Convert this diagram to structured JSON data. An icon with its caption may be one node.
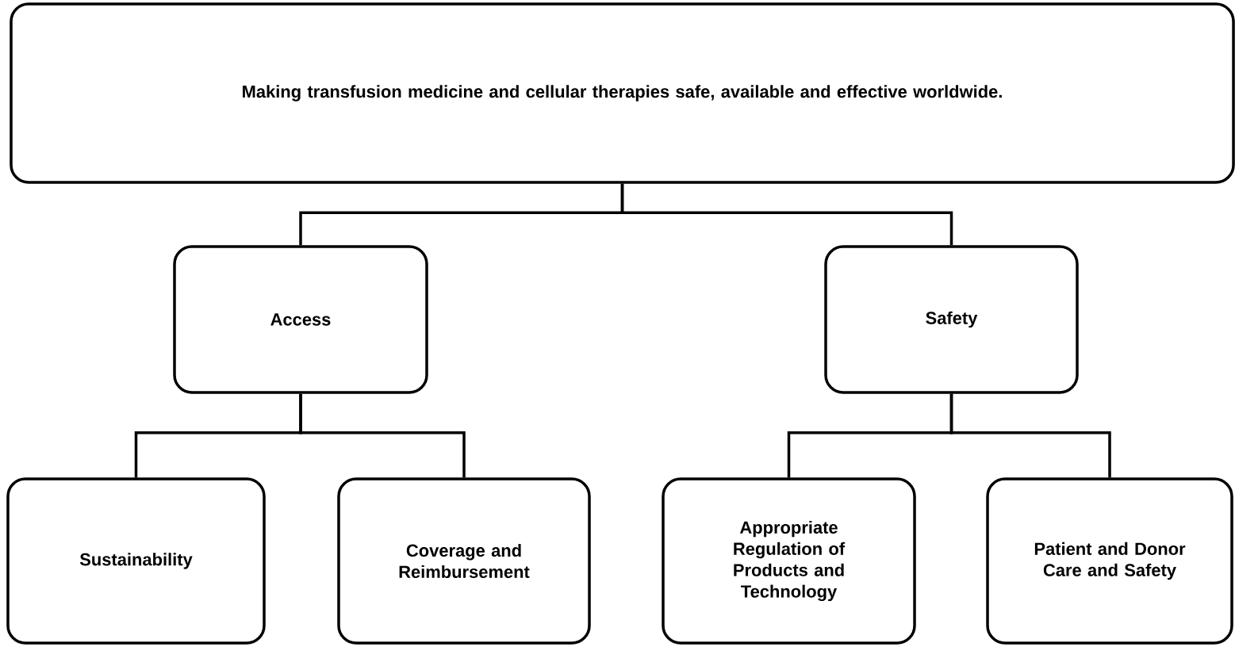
{
  "diagram": {
    "nodes": [
      {
        "text": [
          "Making transfusion medicine and cellular therapies safe, available and effective worldwide."
        ]
      },
      {
        "text": [
          "Access"
        ]
      },
      {
        "text": [
          "Safety"
        ]
      },
      {
        "text": [
          "Sustainability"
        ]
      },
      {
        "text": [
          "Coverage and Reimbursement"
        ]
      },
      {
        "text": [
          "Appropriate Regulation of Products and Technology"
        ]
      },
      {
        "text": [
          "Patient and Donor Care and Safety"
        ]
      }
    ],
    "edges": [
      {
        "from": 0,
        "to": 1,
        "arrow": "none"
      },
      {
        "from": 0,
        "to": 2,
        "arrow": "none"
      },
      {
        "from": 1,
        "to": 3,
        "arrow": "none"
      },
      {
        "from": 1,
        "to": 4,
        "arrow": "none"
      },
      {
        "from": 2,
        "to": 5,
        "arrow": "none"
      },
      {
        "from": 2,
        "to": 6,
        "arrow": "none"
      }
    ]
  }
}
